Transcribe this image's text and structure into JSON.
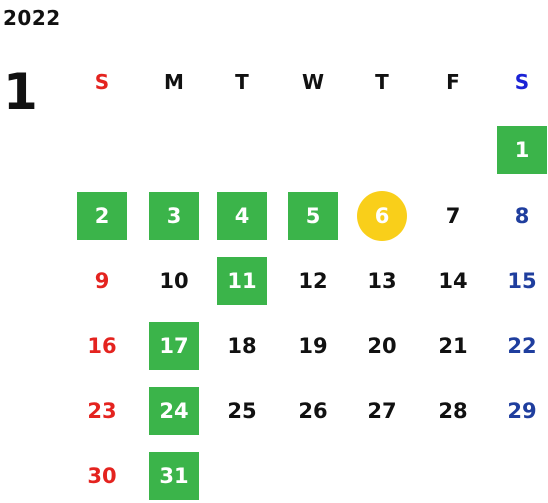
{
  "calendar": {
    "year": "2022",
    "month": "1",
    "weekdays": [
      "S",
      "M",
      "T",
      "W",
      "T",
      "F",
      "S"
    ],
    "days": [
      "1",
      "2",
      "3",
      "4",
      "5",
      "6",
      "7",
      "8",
      "9",
      "10",
      "11",
      "12",
      "13",
      "14",
      "15",
      "16",
      "17",
      "18",
      "19",
      "20",
      "21",
      "22",
      "23",
      "24",
      "25",
      "26",
      "27",
      "28",
      "29",
      "30",
      "31"
    ],
    "highlighted_days": [
      "1",
      "2",
      "3",
      "4",
      "5",
      "11",
      "17",
      "24",
      "31"
    ],
    "today": "6"
  },
  "colors": {
    "sunday": "#e4231f",
    "saturday": "#1f3e9e",
    "saturday_header": "#1a22d6",
    "weekday": "#111111",
    "highlight_bg": "#3bb44a",
    "today_bg": "#f9cf1a",
    "highlight_text": "#ffffff"
  }
}
